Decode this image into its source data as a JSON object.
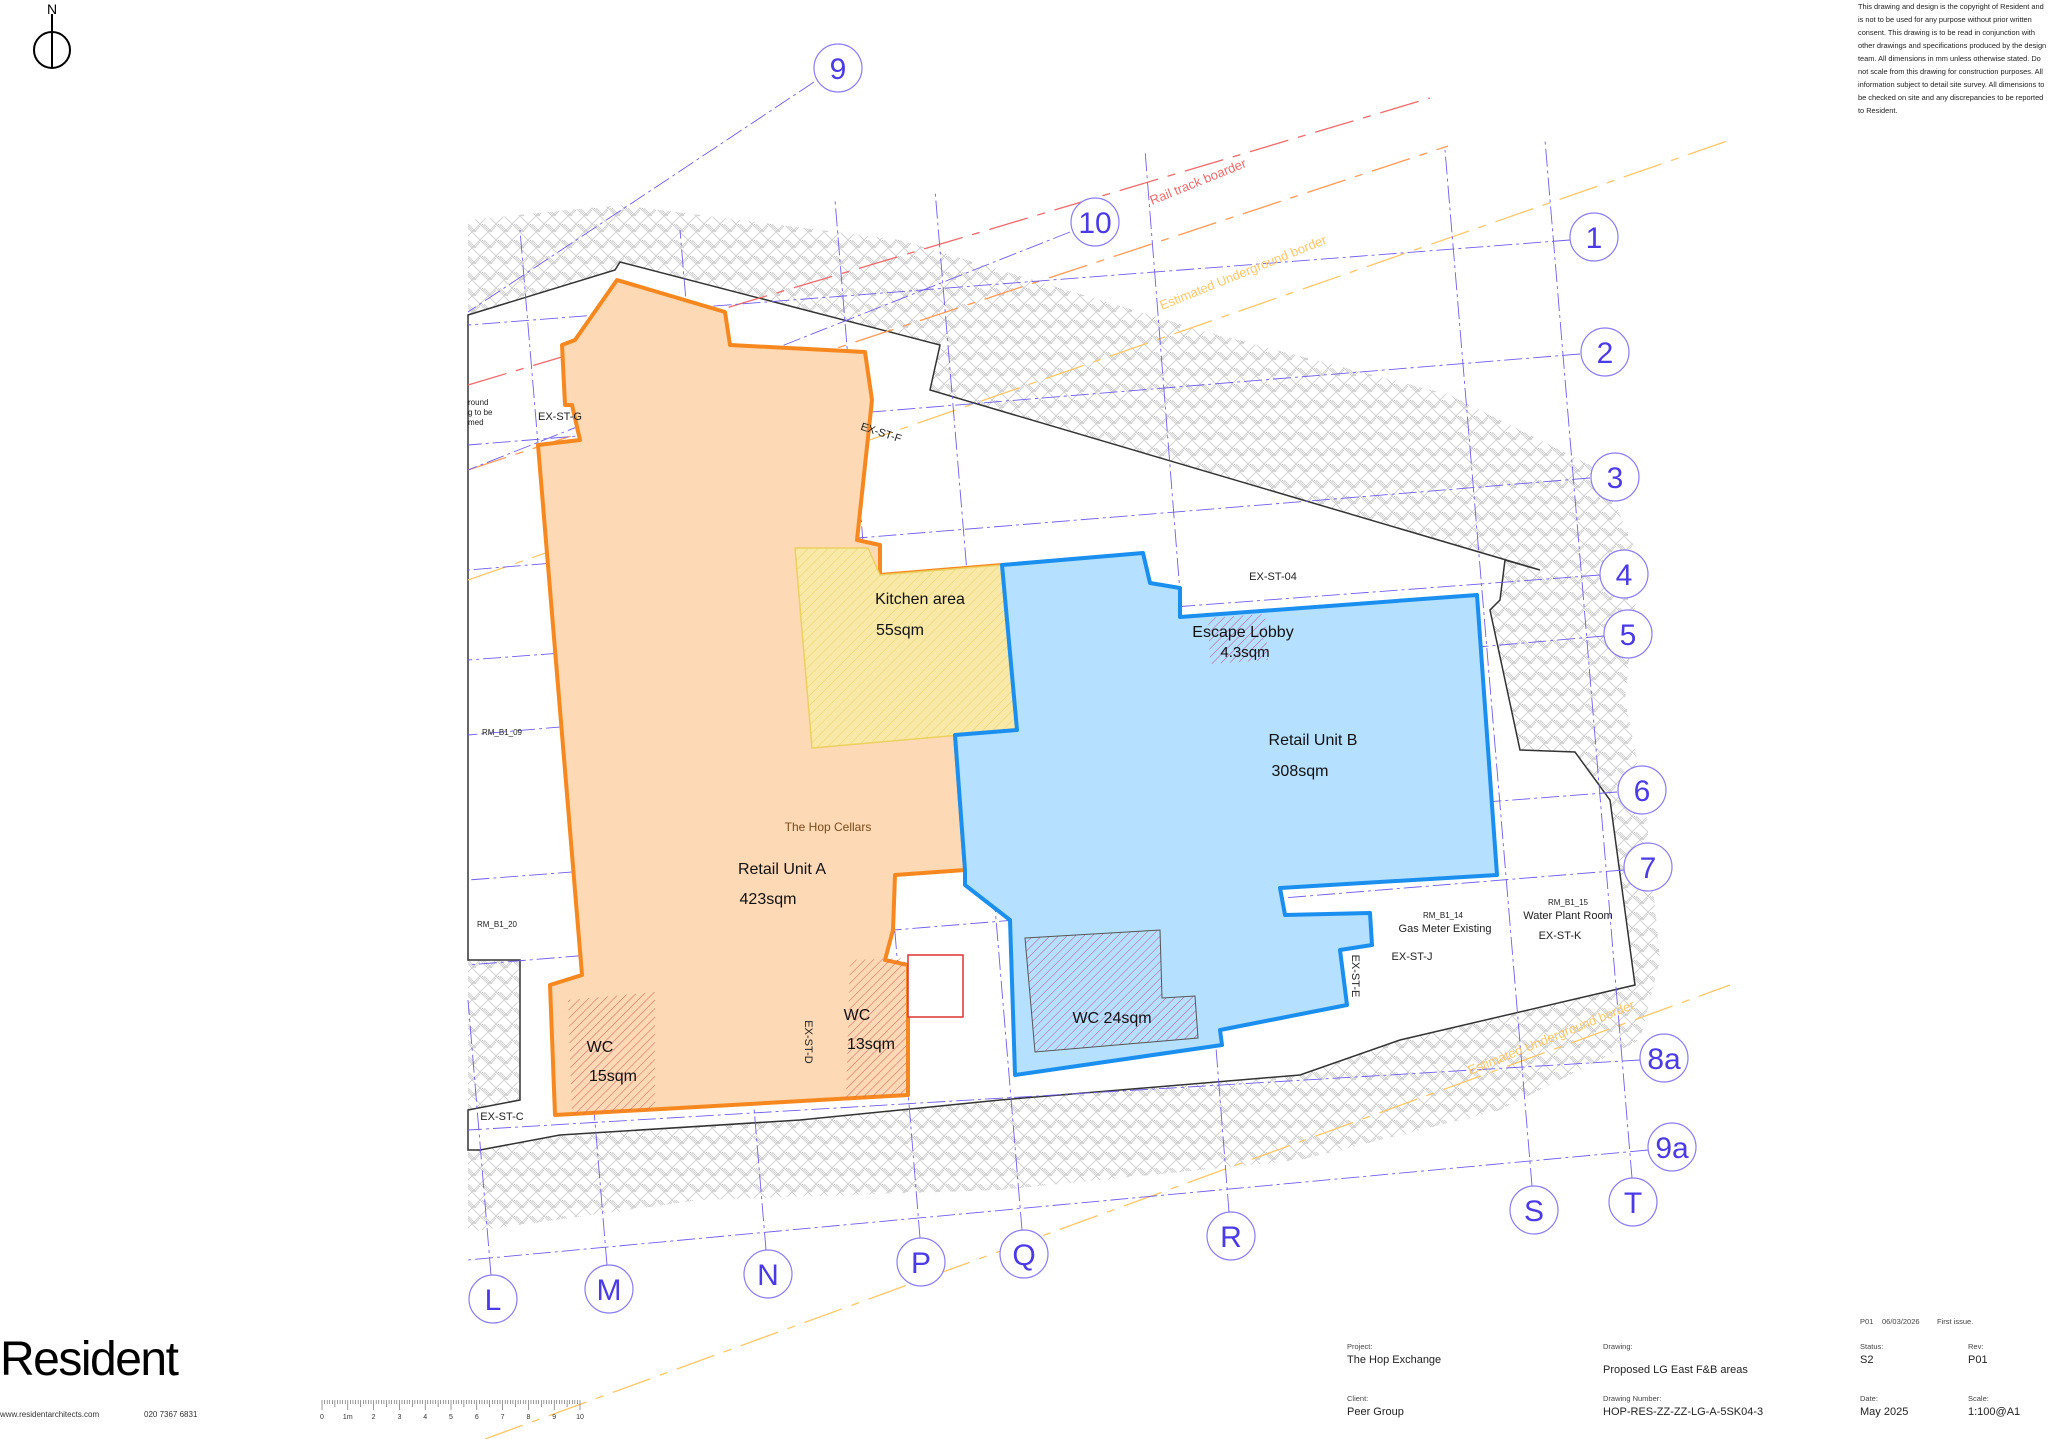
{
  "north_label": "N",
  "notes": "This drawing and design is the copyright of Resident and is not to be used for any purpose without prior written consent. This drawing is to be read in conjunction with other drawings and specifications produced by the design team. All dimensions in mm unless otherwise stated. Do not scale from this drawing for construction purposes. All information subject to detail site survey. All dimensions to be checked on site and any discrepancies to be reported to Resident.",
  "colors": {
    "retail_a": "#fdd9b5",
    "retail_a_outline": "#f7881f",
    "retail_b": "#b5e0ff",
    "retail_b_outline": "#1a8ff0",
    "grid": "#6f5df0",
    "rail": "#f06a6a",
    "underground": "#ffc766"
  },
  "grid_bubbles": [
    "9",
    "10",
    "1",
    "2",
    "3",
    "4",
    "5",
    "6",
    "7",
    "8a",
    "9a",
    "T",
    "S",
    "R",
    "Q",
    "P",
    "N",
    "M",
    "L"
  ],
  "boundaries": {
    "rail": "Rail track boarder",
    "underground": "Estimated Underground border"
  },
  "rooms": {
    "kitchen": {
      "name": "Kitchen area",
      "area": "55sqm"
    },
    "escape_lobby": {
      "name": "Escape Lobby",
      "area": "4.3sqm"
    },
    "retail_b": {
      "name": "Retail Unit B",
      "area": "308sqm"
    },
    "hop_cellars": "The Hop Cellars",
    "retail_a": {
      "name": "Retail Unit A",
      "area": "423sqm"
    },
    "wc_a": {
      "name": "WC",
      "area": "15sqm"
    },
    "wc_b": {
      "name": "WC",
      "area": "13sqm"
    },
    "wc_c": "WC 24sqm",
    "gas_meter": {
      "ref": "RM_B1_14",
      "name": "Gas Meter Existing"
    },
    "water_plant": {
      "ref": "RM_B1_15",
      "name": "Water Plant Room"
    },
    "rm_b1_09": "RM_B1_09",
    "rm_b1_20": "RM_B1_20",
    "fragment": [
      "round",
      "g to be",
      "med"
    ]
  },
  "stairs": [
    "EX-ST-G",
    "EX-ST-F",
    "EX-ST-04",
    "EX-ST-K",
    "EX-ST-J",
    "EX-ST-E",
    "EX-ST-D",
    "EX-ST-C"
  ],
  "logo": "Resident",
  "website": "www.residentarchitects.com",
  "phone": "020 7367 6831",
  "scale_bar": [
    "0",
    "1m",
    "2",
    "3",
    "4",
    "5",
    "6",
    "7",
    "8",
    "9",
    "10"
  ],
  "title_block": {
    "revision": {
      "rev": "P01",
      "date": "06/03/2026",
      "note": "First issue."
    },
    "project_label": "Project:",
    "project": "The Hop Exchange",
    "drawing_label": "Drawing:",
    "drawing": "Proposed LG East F&B areas",
    "status_label": "Status:",
    "status": "S2",
    "rev_label": "Rev:",
    "rev": "P01",
    "client_label": "Client:",
    "client": "Peer Group",
    "number_label": "Drawing Number:",
    "number": "HOP-RES-ZZ-ZZ-LG-A-5SK04-3",
    "date_label": "Date:",
    "date": "May 2025",
    "scale_label": "Scale:",
    "scale": "1:100@A1"
  }
}
